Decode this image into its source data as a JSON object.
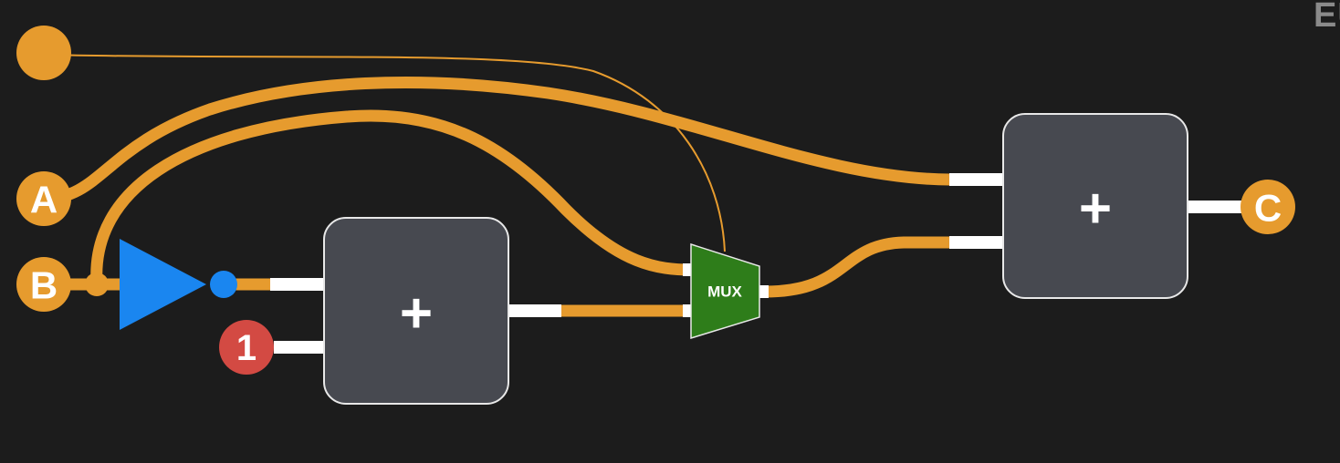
{
  "corner_text": "EU",
  "colors": {
    "background": "#1c1c1c",
    "wire": "#e69b2e",
    "stub": "#ffffff",
    "block_fill": "#474950",
    "block_stroke": "#e8e8e8",
    "mux_fill": "#2e7d1a",
    "inverter_fill": "#1a86f0",
    "constant_fill": "#d34a43"
  },
  "inputs": [
    {
      "id": "A",
      "label": "A"
    },
    {
      "id": "B",
      "label": "B"
    }
  ],
  "select_input": {
    "label": ""
  },
  "constant": {
    "label": "1"
  },
  "inverter": {
    "icon": "triangle-inverter-icon"
  },
  "adder_1": {
    "label": "+"
  },
  "adder_2": {
    "label": "+"
  },
  "mux": {
    "label": "MUX"
  },
  "output": {
    "id": "C",
    "label": "C"
  }
}
